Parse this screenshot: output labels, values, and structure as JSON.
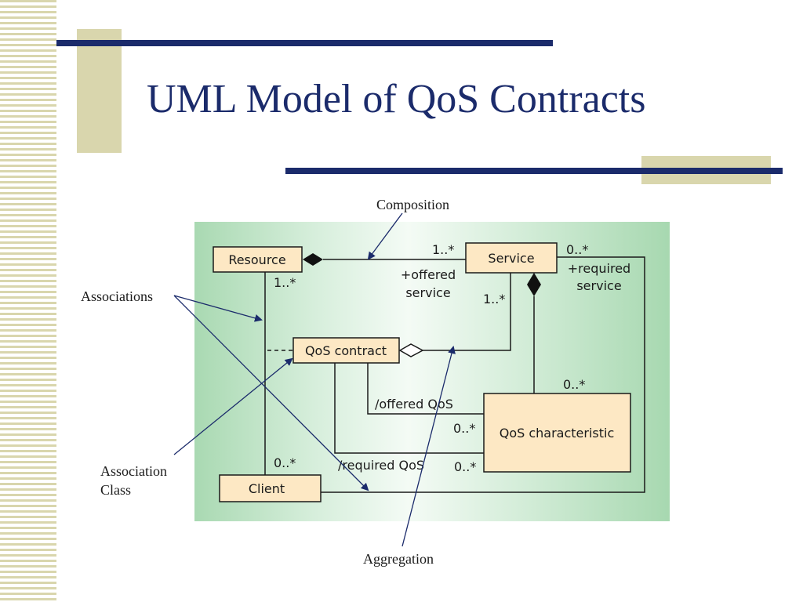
{
  "slide": {
    "title": "UML Model of QoS Contracts",
    "colors": {
      "accent_navy": "#1b2b6b",
      "accent_tan": "#d9d6ad",
      "panel_green": "#a8d8b0",
      "box_fill": "#fde8c4"
    }
  },
  "callouts": {
    "composition": "Composition",
    "associations": "Associations",
    "association_class": "Association\nClass",
    "aggregation": "Aggregation"
  },
  "classes": {
    "resource": "Resource",
    "service": "Service",
    "qos_contract": "QoS contract",
    "qos_characteristic": "QoS characteristic",
    "client": "Client"
  },
  "labels": {
    "resource_service_mult": "1..*",
    "service_right_mult": "0..*",
    "offered_service_1": "+offered",
    "offered_service_2": "service",
    "required_service_1": "+required",
    "required_service_2": "service",
    "resource_down_mult": "1..*",
    "service_down_mult": "1..*",
    "qoschar_top_mult": "0..*",
    "offered_qos": "/offered QoS",
    "offered_qos_mult": "0..*",
    "required_qos": "/required QoS",
    "required_qos_mult": "0..*",
    "client_mult": "0..*"
  }
}
